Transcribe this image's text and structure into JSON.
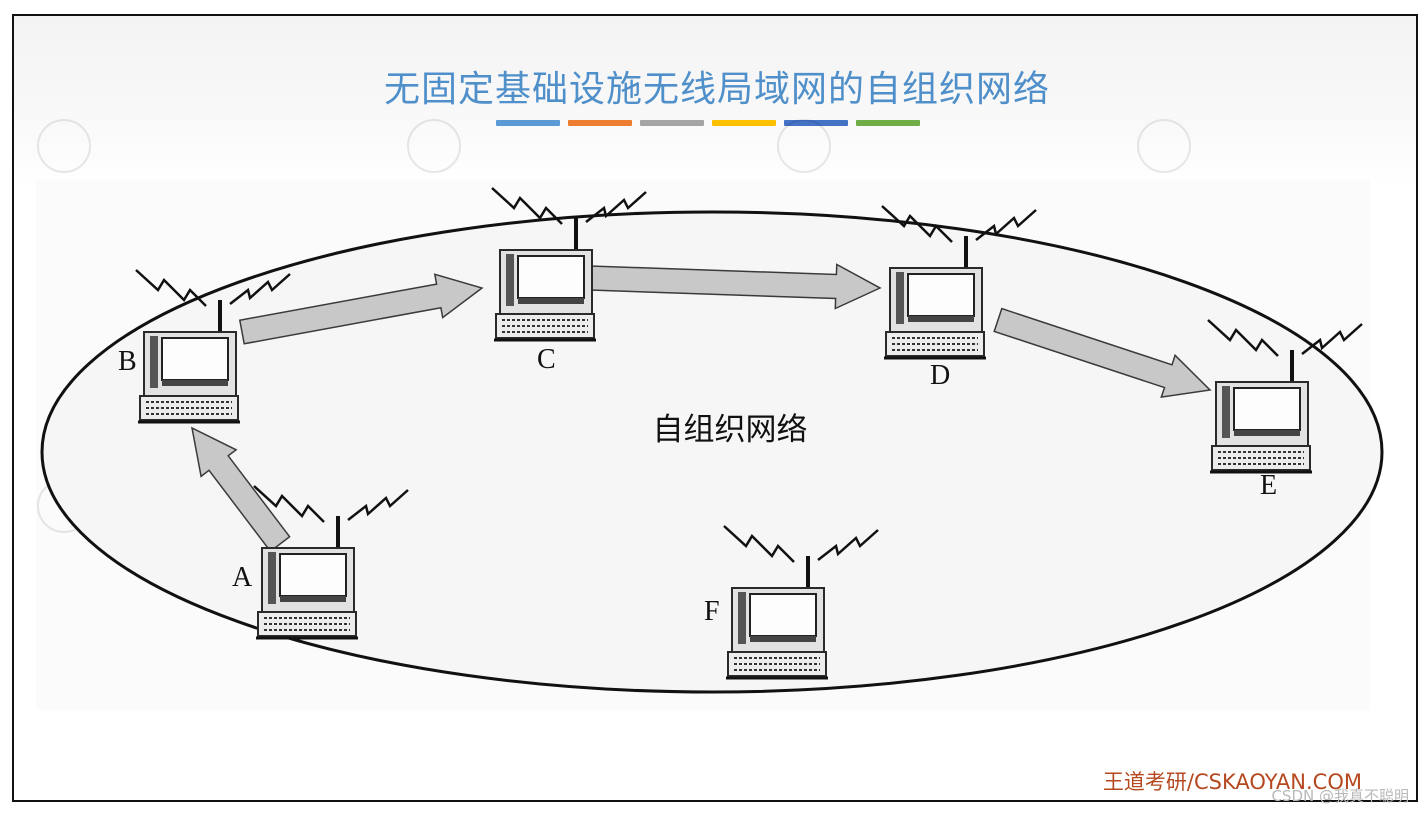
{
  "slide": {
    "title": "无固定基础设施无线局域网的自组织网络",
    "title_color": "#4f8fca",
    "title_bar_colors": [
      "#5b9bd5",
      "#ed7d31",
      "#a5a5a5",
      "#ffc000",
      "#4472c4",
      "#70ad47"
    ]
  },
  "diagram": {
    "center_label": "自组织网络",
    "nodes": [
      {
        "id": "A",
        "label": "A"
      },
      {
        "id": "B",
        "label": "B"
      },
      {
        "id": "C",
        "label": "C"
      },
      {
        "id": "D",
        "label": "D"
      },
      {
        "id": "E",
        "label": "E"
      },
      {
        "id": "F",
        "label": "F"
      }
    ],
    "path": [
      "A",
      "B",
      "C",
      "D",
      "E"
    ]
  },
  "footer": {
    "credit": "王道考研/CSKAOYAN.COM",
    "csdn_mark": "CSDN @我真不聪明"
  }
}
